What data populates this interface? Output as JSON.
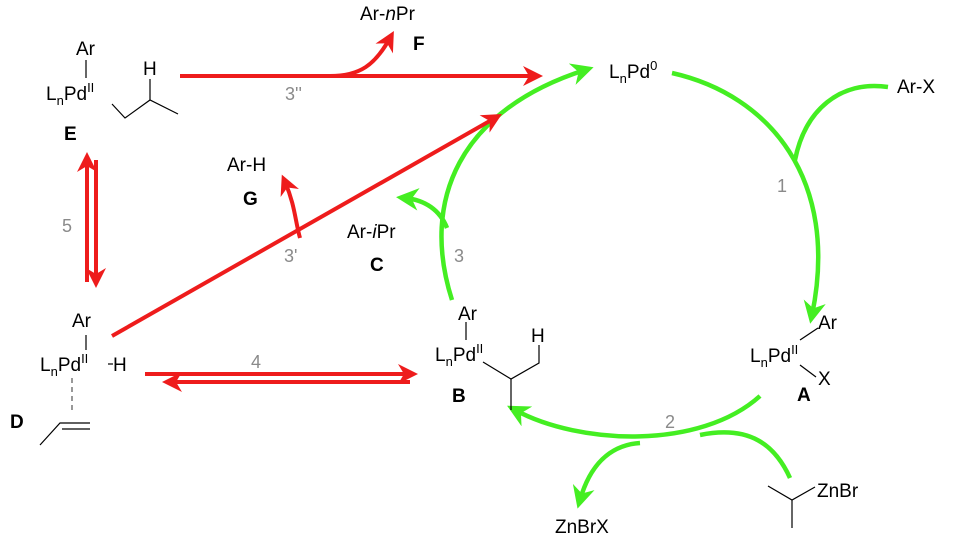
{
  "colors": {
    "decomposition_path": "#ee1c1c",
    "catalytic_cycle": "#44ee22",
    "step_number": "#8a8a8a",
    "text": "#000000"
  },
  "species": {
    "pd0": {
      "L": "L",
      "n": "n",
      "Pd": "Pd",
      "ox": "0"
    },
    "ar_x": "Ar-X",
    "A": {
      "ar": "Ar",
      "L": "L",
      "n": "n",
      "Pd": "Pd",
      "ox": "II",
      "x": "X",
      "label": "A"
    },
    "organozinc": "ZnBr",
    "znbrx": "ZnBrX",
    "B": {
      "ar": "Ar",
      "L": "L",
      "n": "n",
      "Pd": "Pd",
      "ox": "II",
      "h": "H",
      "label": "B"
    },
    "C": {
      "prefix": "Ar-",
      "italic": "i",
      "suffix": "Pr",
      "label": "C"
    },
    "D": {
      "ar": "Ar",
      "L": "L",
      "n": "n",
      "Pd": "Pd",
      "ox": "II",
      "h": "H",
      "label": "D"
    },
    "E": {
      "ar": "Ar",
      "L": "L",
      "n": "n",
      "Pd": "Pd",
      "ox": "II",
      "h": "H",
      "label": "E"
    },
    "F": {
      "prefix": "Ar-",
      "italic": "n",
      "suffix": "Pr",
      "label": "F"
    },
    "G": {
      "text": "Ar-H",
      "label": "G"
    }
  },
  "steps": {
    "s1": "1",
    "s2": "2",
    "s3": "3",
    "s3p": "3'",
    "s3pp": "3''",
    "s4": "4",
    "s5": "5"
  }
}
